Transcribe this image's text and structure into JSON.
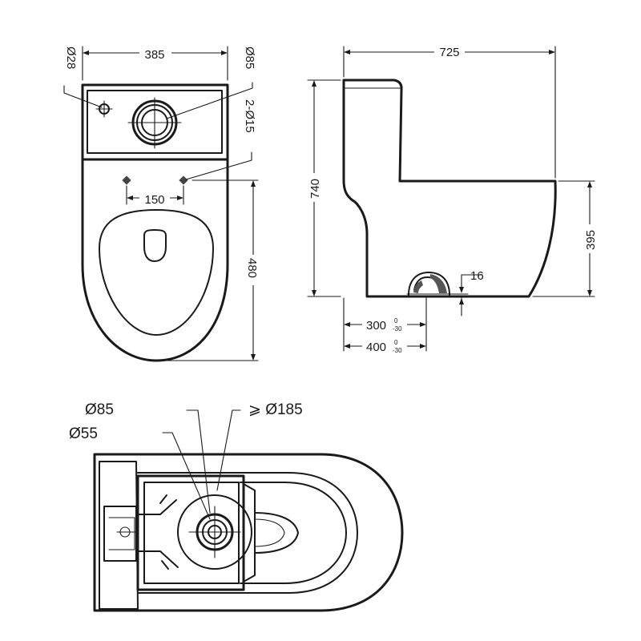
{
  "top_view": {
    "dim_width": "385",
    "dim_inlet": "Ø28",
    "dim_outlet": "Ø85",
    "dim_holes": "2-Ø15",
    "dim_hole_spacing": "150",
    "dim_depth": "480"
  },
  "side_view": {
    "dim_length": "725",
    "dim_height": "740",
    "dim_seat_height": "395",
    "dim_outlet_height": "16",
    "dim_roughin_1": "300",
    "dim_roughin_2": "400",
    "tol_upper": "0",
    "tol_lower": "-30"
  },
  "bottom_view": {
    "dim_valve_85": "Ø85",
    "dim_valve_55": "Ø55",
    "dim_opening": "⩾ Ø185"
  }
}
